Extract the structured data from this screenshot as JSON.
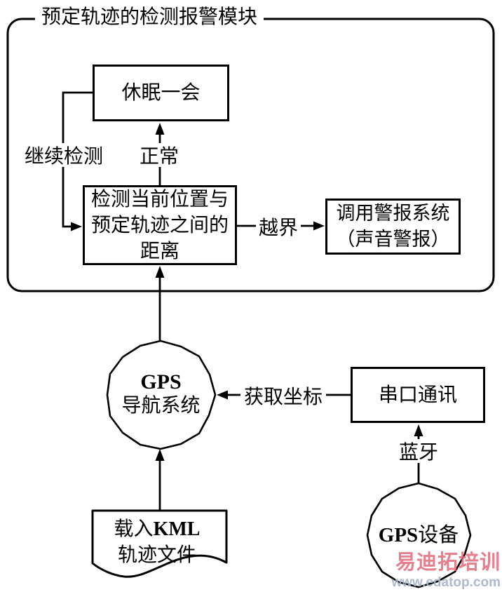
{
  "diagram": {
    "module": {
      "title": "预定轨迹的检测报警模块"
    },
    "nodes": {
      "sleep": {
        "label": "休眠一会"
      },
      "detect": {
        "lines": [
          "检测当前位置与",
          "预定轨迹之间的",
          "距离"
        ]
      },
      "alarm": {
        "lines": [
          "调用警报系统",
          "（声音警报）"
        ]
      },
      "gps_nav": {
        "title": "GPS",
        "subtitle": "导航系统"
      },
      "serial": {
        "label": "串口通讯"
      },
      "gps_device": {
        "bold": "GPS",
        "rest": "设备"
      },
      "kml": {
        "line1_prefix": "载入",
        "line1_bold": "KML",
        "line2": "轨迹文件"
      }
    },
    "edges": {
      "normal": "正常",
      "continue_detect": "继续检测",
      "cross_boundary": "越界",
      "get_coordinates": "获取坐标",
      "bluetooth": "蓝牙"
    },
    "watermark": {
      "brand": "易迪拓培训",
      "url": "www.edatop.com",
      "brand_color": "#e4697a",
      "url_color": "#a6b2c8"
    },
    "colors": {
      "stroke": "#000000",
      "background": "#ffffff"
    }
  }
}
